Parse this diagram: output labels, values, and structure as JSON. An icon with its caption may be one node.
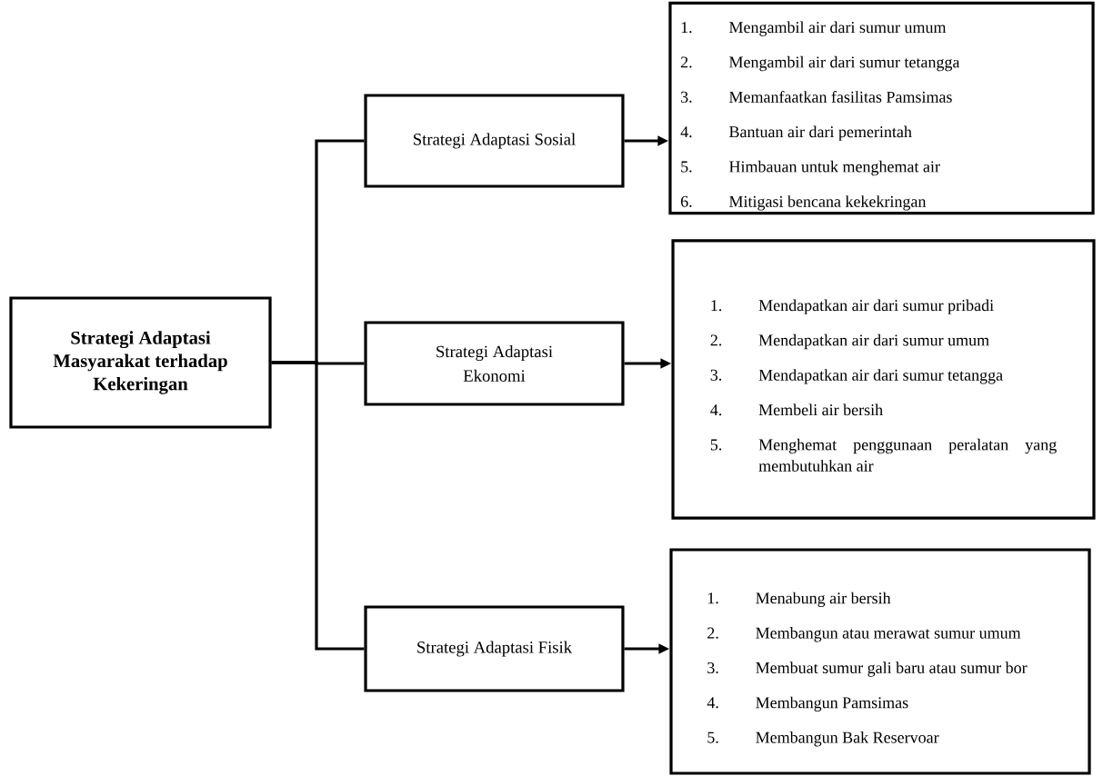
{
  "diagram": {
    "nodes": [
      {
        "text": [
          "Strategi Adaptasi Masyarakat terhadap Kekeringan"
        ]
      },
      {
        "text": [
          "Strategi Adaptasi Sosial"
        ]
      },
      {
        "text": [
          "1.",
          "Mengambil air dari sumur umum",
          "2.",
          "Mengambil air dari sumur tetangga",
          "3.",
          "Memanfaatkan fasilitas Pamsimas",
          "4.",
          "Bantuan air dari pemerintah",
          "5.",
          "Himbauan untuk menghemat air",
          "6.",
          "Mitigasi bencana kekekringan"
        ]
      },
      {
        "text": [
          "Strategi Adaptasi Ekonomi"
        ]
      },
      {
        "text": [
          "1.",
          "Mendapatkan air dari sumur pribadi",
          "2.",
          "Mendapatkan air dari sumur umum",
          "3.",
          "Mendapatkan air dari sumur tetangga",
          "4.",
          "Membeli air bersih",
          "5.",
          "Menghemat penggunaan peralatan yang membutuhkan air"
        ]
      },
      {
        "text": [
          "Strategi Adaptasi Fisik"
        ]
      },
      {
        "text": [
          "1.",
          "Menabung air bersih",
          "2.",
          "Membangun atau merawat sumur umum",
          "3.",
          "Membuat sumur gali baru atau sumur bor",
          "4.",
          "Membangun Pamsimas",
          "5.",
          "Membangun Bak Reservoar"
        ]
      }
    ],
    "edges": [
      {
        "from": 0,
        "to": 1,
        "arrow": "none"
      },
      {
        "from": 0,
        "to": 3,
        "arrow": "none"
      },
      {
        "from": 0,
        "to": 5,
        "arrow": "none"
      },
      {
        "from": 1,
        "to": 2,
        "arrow": "to"
      },
      {
        "from": 3,
        "to": 4,
        "arrow": "to"
      },
      {
        "from": 5,
        "to": 6,
        "arrow": "to"
      }
    ]
  }
}
